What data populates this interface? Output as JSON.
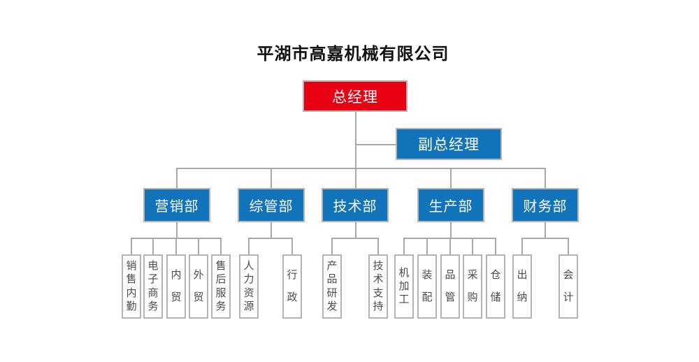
{
  "title": "平湖市高嘉机械有限公司",
  "colors": {
    "red": "#e60012",
    "blue": "#1173b9",
    "line": "#a8a8a8",
    "leaf_border": "#b3b3b3",
    "leaf_text": "#4d4b4b"
  },
  "root": {
    "label": "总经理"
  },
  "deputy": {
    "label": "副总经理"
  },
  "departments": [
    {
      "label": "营销部",
      "children": [
        "销售内勤",
        "电子商务",
        "内贸",
        "外贸",
        "售后服务"
      ]
    },
    {
      "label": "综管部",
      "children": [
        "人力资源",
        "行政"
      ]
    },
    {
      "label": "技术部",
      "children": [
        "产品研发",
        "技术支持"
      ]
    },
    {
      "label": "生产部",
      "children": [
        "机加工",
        "装配",
        "品管",
        "采购",
        "仓储"
      ]
    },
    {
      "label": "财务部",
      "children": [
        "出纳",
        "会计"
      ]
    }
  ]
}
